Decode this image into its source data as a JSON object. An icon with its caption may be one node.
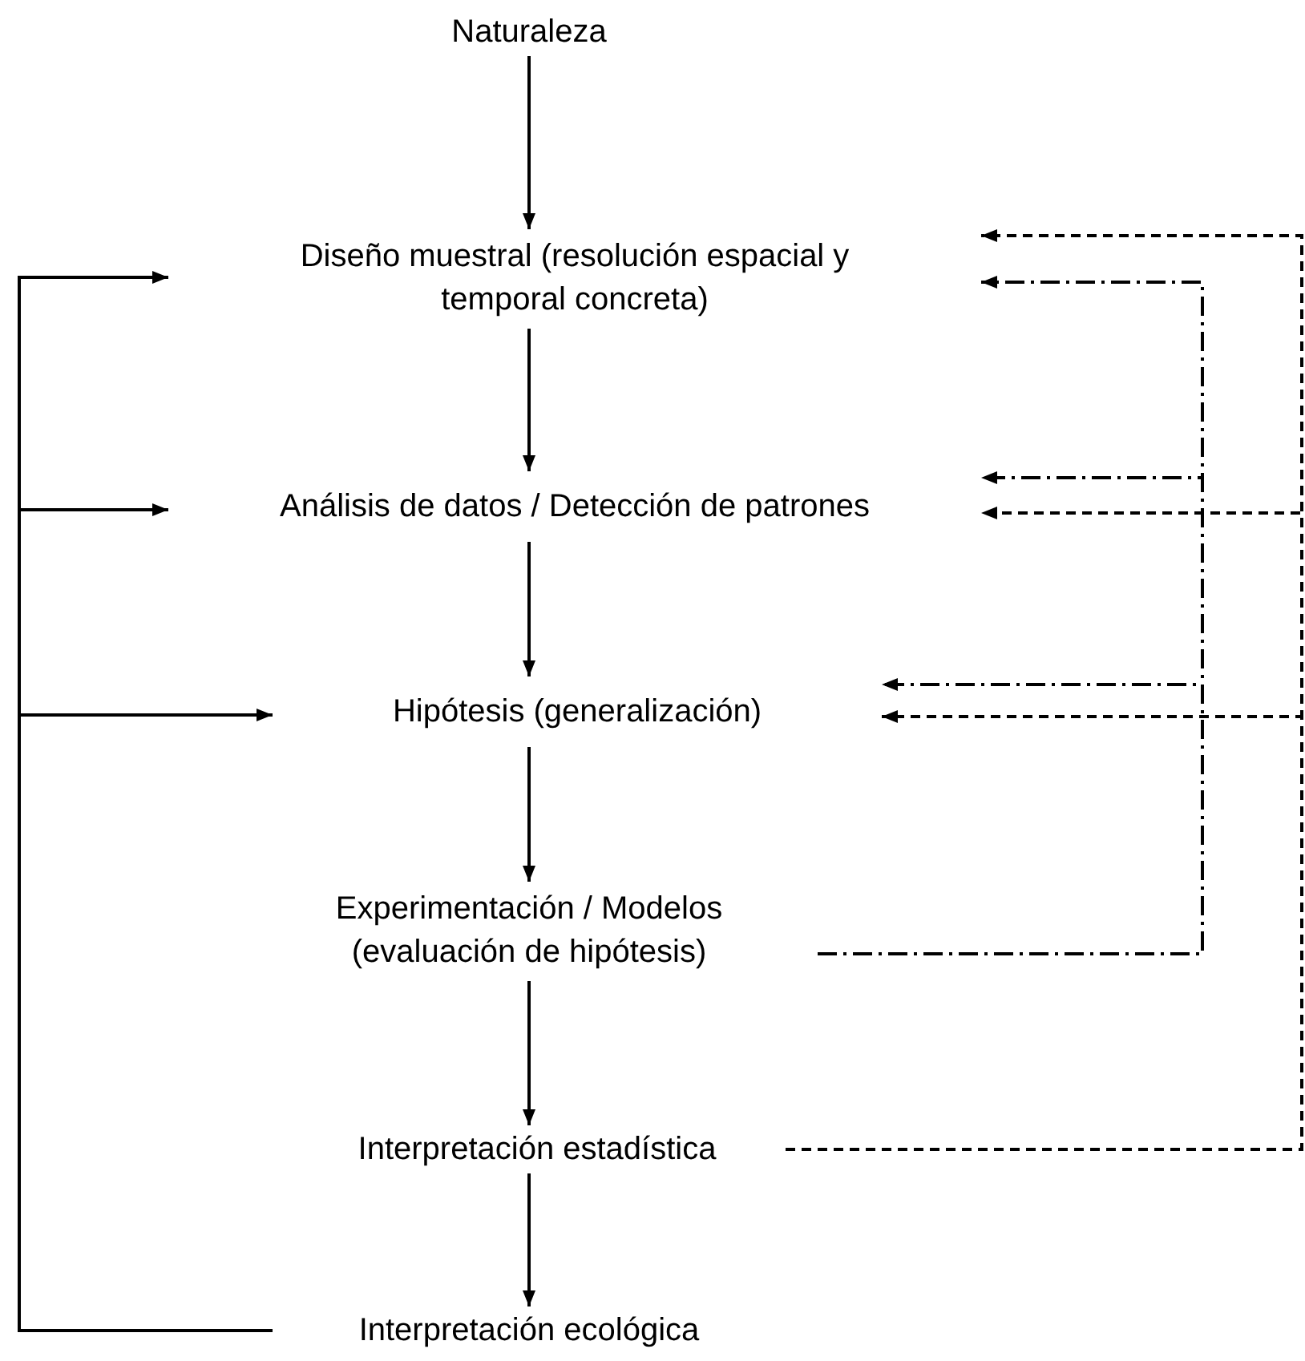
{
  "diagram": {
    "nodes": [
      {
        "text": [
          "Naturaleza"
        ]
      },
      {
        "text": [
          "Diseño muestral (resolución espacial y temporal concreta)"
        ]
      },
      {
        "text": [
          "Análisis de datos / Detección de patrones"
        ]
      },
      {
        "text": [
          "Hipótesis (generalización)"
        ]
      },
      {
        "text": [
          "Experimentación / Modelos (evaluación de hipótesis)"
        ]
      },
      {
        "text": [
          "Interpretación estadística"
        ]
      },
      {
        "text": [
          "Interpretación ecológica"
        ]
      }
    ],
    "edges": [
      {
        "from": 0,
        "to": 1,
        "arrow": "to"
      },
      {
        "from": 1,
        "to": 2,
        "arrow": "to"
      },
      {
        "from": 2,
        "to": 3,
        "arrow": "to"
      },
      {
        "from": 3,
        "to": 4,
        "arrow": "to"
      },
      {
        "from": 4,
        "to": 5,
        "arrow": "to"
      },
      {
        "from": 5,
        "to": 6,
        "arrow": "to"
      },
      {
        "from": 6,
        "to": 1,
        "arrow": "to"
      },
      {
        "from": 6,
        "to": 2,
        "arrow": "to"
      },
      {
        "from": 6,
        "to": 3,
        "arrow": "to"
      },
      {
        "from": 4,
        "to": 1,
        "arrow": "to",
        "style": "dashed"
      },
      {
        "from": 4,
        "to": 2,
        "arrow": "to",
        "style": "dashed"
      },
      {
        "from": 4,
        "to": 3,
        "arrow": "to",
        "style": "dashed"
      },
      {
        "from": 5,
        "to": 1,
        "arrow": "to",
        "style": "dashed"
      },
      {
        "from": 5,
        "to": 2,
        "arrow": "to",
        "style": "dashed"
      },
      {
        "from": 5,
        "to": 3,
        "arrow": "to",
        "style": "dashed"
      }
    ]
  }
}
